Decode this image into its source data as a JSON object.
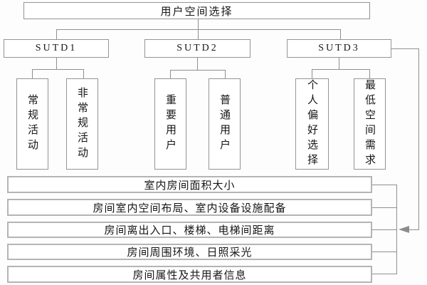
{
  "diagram": {
    "title_node": {
      "label": "用户空间选择"
    },
    "groups": [
      {
        "label": "SUTD1",
        "children": [
          {
            "label": "常规活动"
          },
          {
            "label": "非常规活动"
          }
        ]
      },
      {
        "label": "SUTD2",
        "children": [
          {
            "label": "重要用户"
          },
          {
            "label": "普通用户"
          }
        ]
      },
      {
        "label": "SUTD3",
        "children": [
          {
            "label": "个人偏好选择"
          },
          {
            "label": "最低空间需求"
          }
        ]
      }
    ],
    "attribute_list": [
      {
        "label": "室内房间面积大小"
      },
      {
        "label": "房间室内空间布局、室内设备设施配备"
      },
      {
        "label": "房间离出入口、楼梯、电梯间距离"
      },
      {
        "label": "房间周围环境、日照采光"
      },
      {
        "label": "房间属性及共用者信息"
      }
    ],
    "colors": {
      "box_border": "#949494",
      "wide_box_border": "#b4b4b4",
      "connector_line": "#8f8f8f",
      "arrow": "#8c8c8c",
      "text": "#161616",
      "background": "#fdfdfd"
    }
  }
}
